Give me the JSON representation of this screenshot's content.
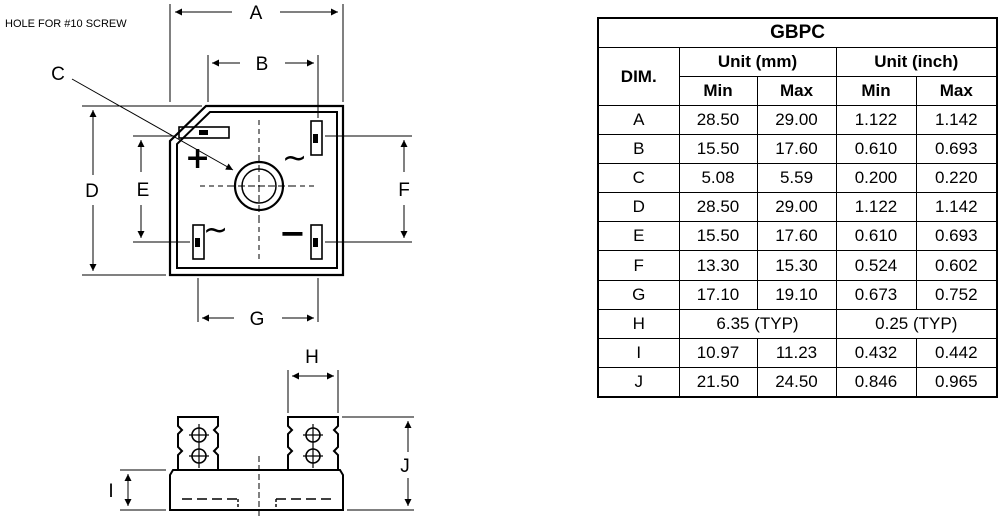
{
  "drawing": {
    "note": "HOLE FOR #10 SCREW",
    "labels": {
      "A": "A",
      "B": "B",
      "C": "C",
      "D": "D",
      "E": "E",
      "F": "F",
      "G": "G",
      "H": "H",
      "I": "I",
      "J": "J"
    },
    "symbols": {
      "plus": "+",
      "minus": "−",
      "ac": "~"
    }
  },
  "table": {
    "title": "GBPC",
    "col_dim": "DIM.",
    "unit_mm": "Unit (mm)",
    "unit_inch": "Unit (inch)",
    "min": "Min",
    "max": "Max",
    "rows": [
      {
        "dim": "A",
        "mm_min": "28.50",
        "mm_max": "29.00",
        "in_min": "1.122",
        "in_max": "1.142"
      },
      {
        "dim": "B",
        "mm_min": "15.50",
        "mm_max": "17.60",
        "in_min": "0.610",
        "in_max": "0.693"
      },
      {
        "dim": "C",
        "mm_min": "5.08",
        "mm_max": "5.59",
        "in_min": "0.200",
        "in_max": "0.220"
      },
      {
        "dim": "D",
        "mm_min": "28.50",
        "mm_max": "29.00",
        "in_min": "1.122",
        "in_max": "1.142"
      },
      {
        "dim": "E",
        "mm_min": "15.50",
        "mm_max": "17.60",
        "in_min": "0.610",
        "in_max": "0.693"
      },
      {
        "dim": "F",
        "mm_min": "13.30",
        "mm_max": "15.30",
        "in_min": "0.524",
        "in_max": "0.602"
      },
      {
        "dim": "G",
        "mm_min": "17.10",
        "mm_max": "19.10",
        "in_min": "0.673",
        "in_max": "0.752"
      },
      {
        "dim": "H",
        "mm_typ": "6.35 (TYP)",
        "in_typ": "0.25 (TYP)"
      },
      {
        "dim": "I",
        "mm_min": "10.97",
        "mm_max": "11.23",
        "in_min": "0.432",
        "in_max": "0.442"
      },
      {
        "dim": "J",
        "mm_min": "21.50",
        "mm_max": "24.50",
        "in_min": "0.846",
        "in_max": "0.965"
      }
    ]
  }
}
